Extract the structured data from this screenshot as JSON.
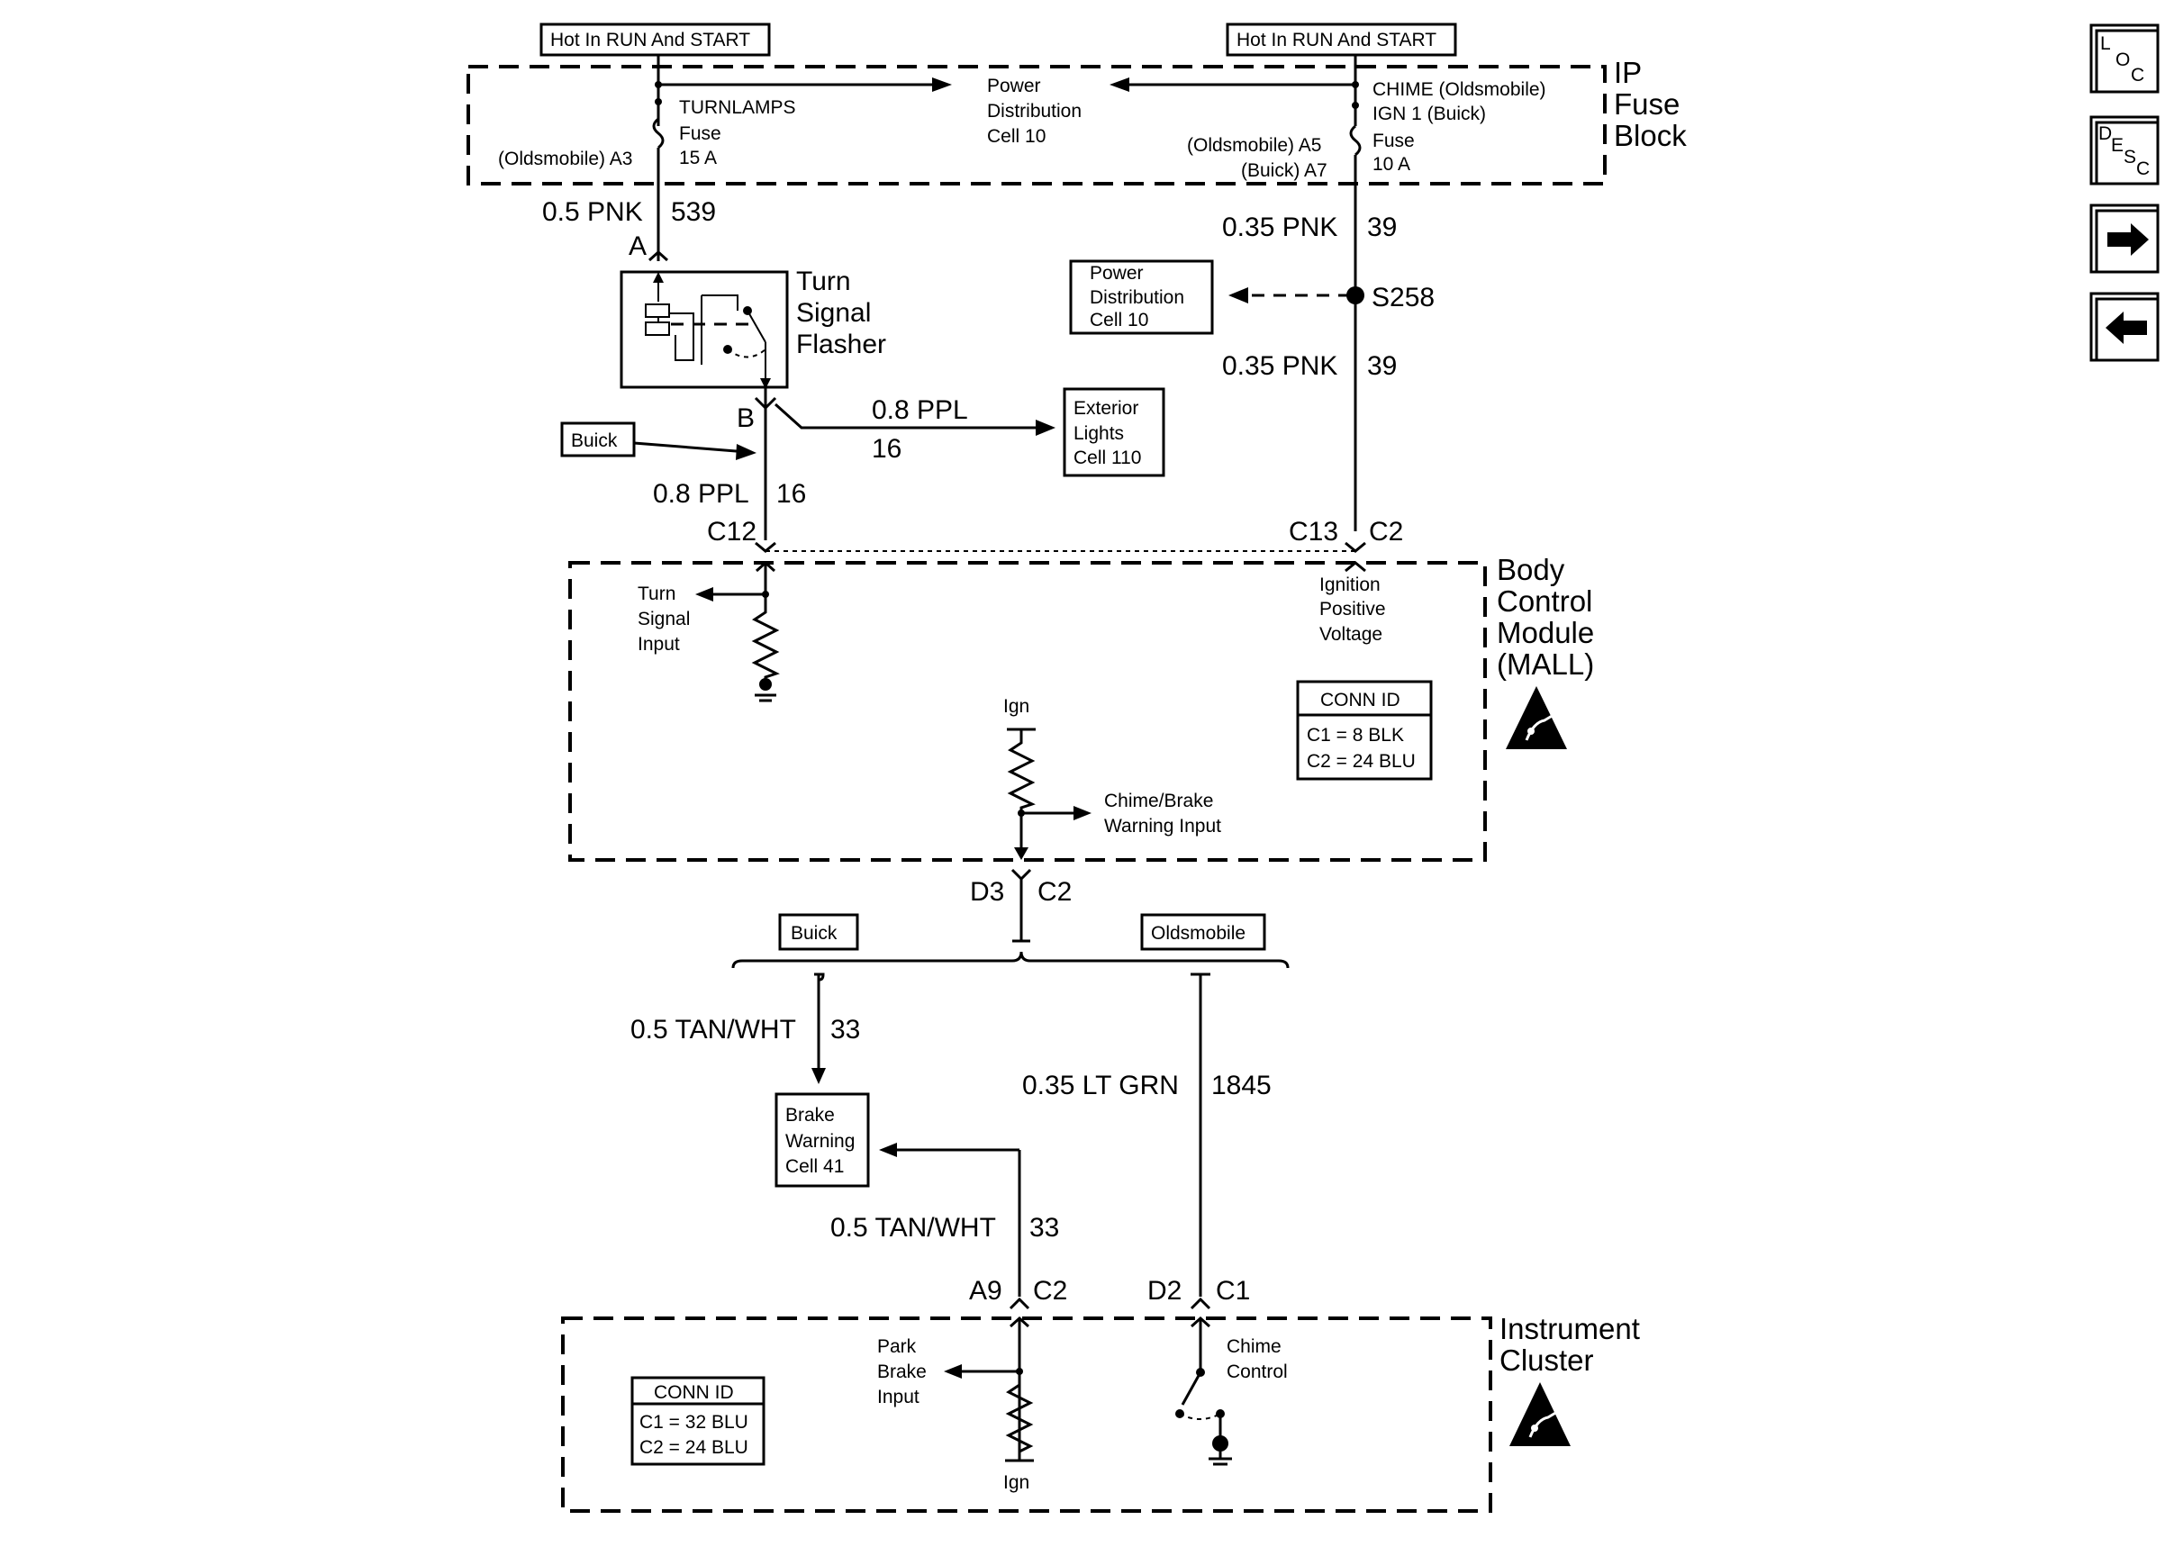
{
  "labels": {
    "hot_left": "Hot In RUN And START",
    "hot_right": "Hot In RUN And START",
    "ip_fuse_block": [
      "IP",
      "Fuse",
      "Block"
    ],
    "turnlamps_fuse": [
      "TURNLAMPS",
      "Fuse",
      "15 A"
    ],
    "oldsmobile_a3": "(Oldsmobile) A3",
    "power_dist_top": [
      "Power",
      "Distribution",
      "Cell 10"
    ],
    "chime_fuse": [
      "CHIME (Oldsmobile)",
      "IGN 1 (Buick)",
      "Fuse",
      "10 A"
    ],
    "oldsmobile_a5": "(Oldsmobile) A5",
    "buick_a7": "(Buick) A7",
    "wire_pnk05": "0.5 PNK",
    "wire_539": "539",
    "conn_a": "A",
    "turn_signal_flasher": [
      "Turn",
      "Signal",
      "Flasher"
    ],
    "conn_b": "B",
    "wire_ppl_16_top": "0.8 PPL",
    "wire_16_top": "16",
    "exterior_lights": [
      "Exterior",
      "Lights",
      "Cell 110"
    ],
    "buick_tag": "Buick",
    "wire_ppl_16": "0.8 PPL",
    "wire_16": "16",
    "conn_c12": "C12",
    "wire_pnk035_top": "0.35 PNK",
    "wire_39_top": "39",
    "power_dist_mid": [
      "Power",
      "Distribution",
      "Cell 10"
    ],
    "splice_s258": "S258",
    "wire_pnk035_bot": "0.35 PNK",
    "wire_39_bot": "39",
    "conn_c13": "C13",
    "conn_c2_top": "C2",
    "bcm_title": [
      "Body",
      "Control",
      "Module",
      "(MALL)"
    ],
    "turn_signal_input": [
      "Turn",
      "Signal",
      "Input"
    ],
    "ignition_positive": [
      "Ignition",
      "Positive",
      "Voltage"
    ],
    "bcm_conn_id_title": "CONN ID",
    "bcm_conn_id_c1": "C1 = 8 BLK",
    "bcm_conn_id_c2": "C2 = 24 BLU",
    "ign_top": "Ign",
    "chime_brake_input": [
      "Chime/Brake",
      "Warning Input"
    ],
    "conn_d3": "D3",
    "conn_c2_mid": "C2",
    "buick_branch": "Buick",
    "oldsmobile_branch": "Oldsmobile",
    "wire_tanwht_33_top": "0.5 TAN/WHT",
    "wire_33_top": "33",
    "brake_warning": [
      "Brake",
      "Warning",
      "Cell 41"
    ],
    "wire_ltgrn": "0.35 LT GRN",
    "wire_1845": "1845",
    "wire_tanwht_33_bot": "0.5 TAN/WHT",
    "wire_33_bot": "33",
    "conn_a9": "A9",
    "conn_c2_bot": "C2",
    "conn_d2": "D2",
    "conn_c1_bot": "C1",
    "ic_title": [
      "Instrument",
      "Cluster"
    ],
    "park_brake_input": [
      "Park",
      "Brake",
      "Input"
    ],
    "chime_control": [
      "Chime",
      "Control"
    ],
    "ic_conn_id_title": "CONN ID",
    "ic_conn_id_c1": "C1 = 32 BLU",
    "ic_conn_id_c2": "C2 = 24 BLU",
    "ign_bottom": "Ign"
  },
  "nav": {
    "loc": [
      "L",
      "O",
      "C"
    ],
    "desc": [
      "D",
      "E",
      "S",
      "C"
    ],
    "next_icon": "right-arrow-icon",
    "prev_icon": "left-arrow-icon"
  }
}
